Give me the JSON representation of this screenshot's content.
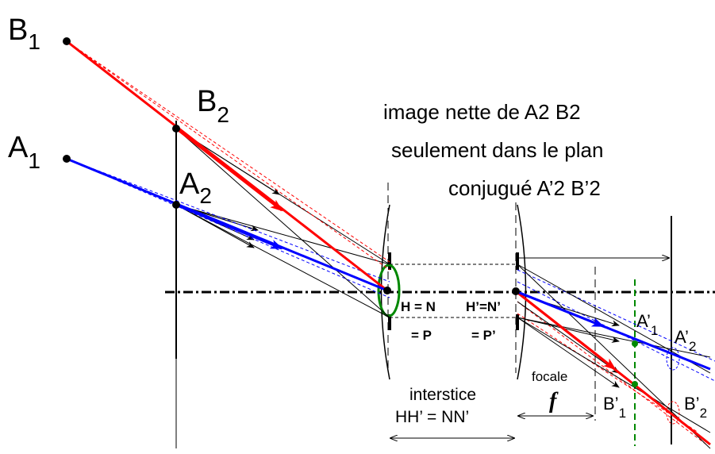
{
  "object_points": {
    "b1": {
      "main": "B",
      "sub": "1"
    },
    "b2": {
      "main": "B",
      "sub": "2"
    },
    "a1": {
      "main": "A",
      "sub": "1"
    },
    "a2": {
      "main": "A",
      "sub": "2"
    }
  },
  "caption": {
    "line1": "image nette de A2 B2",
    "line2": "seulement dans le plan",
    "line3": "conjugué A’2 B’2"
  },
  "principal": {
    "h_n": "H = N",
    "p": "= P",
    "hp_np": "H’=N’",
    "pp": "= P’"
  },
  "interstice": {
    "line1": "interstice",
    "line2": "HH’ = NN’"
  },
  "focale": {
    "label": "focale",
    "symbol": "f"
  },
  "image_points": {
    "ap1": {
      "main": "A’",
      "sub": "1"
    },
    "ap2": {
      "main": "A’",
      "sub": "2"
    },
    "bp1": {
      "main": "B’",
      "sub": "1"
    },
    "bp2": {
      "main": "B’",
      "sub": "2"
    }
  },
  "colors": {
    "red_ray": "#ff0000",
    "blue_ray": "#0000ff",
    "green": "#008800",
    "black": "#000000"
  }
}
